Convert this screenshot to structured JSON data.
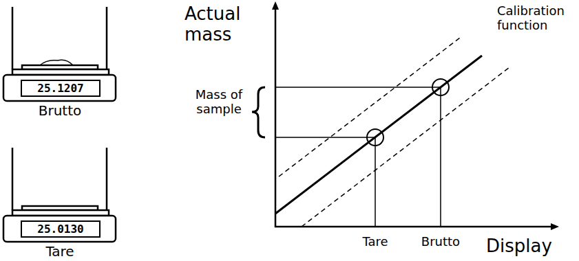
{
  "diagram": {
    "nodes": [
      {
        "text": [
          "25.1207"
        ]
      },
      {
        "text": [
          "25.0130"
        ]
      }
    ],
    "labels": [
      "Brutto",
      "Tare",
      "Actual mass",
      "Calibration function",
      "Mass of sample",
      "Tare",
      "Brutto",
      "Display"
    ]
  }
}
